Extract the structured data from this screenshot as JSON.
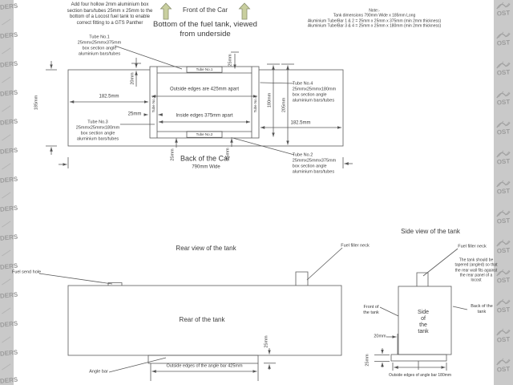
{
  "watermark": {
    "left_fragment": "DERS",
    "right_fragment": "OST"
  },
  "top": {
    "instruction": "Add four hollow 2mm aluminium box\nsection bars/tubes 25mm x 25mm to the\nbottom of a Locost fuel tank to enable\ncorrect fitting to a GTS Panther",
    "front_of_car": "Front of the Car",
    "title": "Bottom of the fuel tank, viewed\nfrom underside",
    "note": "Note:-\nTank dimensions 790mm Wide x 185mm Long\nAluminium Tube/Bar 1 & 2 = 25mm x 25mm x 375mm (min 2mm thickness)\nAluminium Tube/Bar 3 & 4 = 25mm x 25mm x 180mm (min 2mm thickness)"
  },
  "bottom_view": {
    "tube1_label": "Tube No.1\n25mmx25mmx375mm\nbox section angle\naluminium bars/tubes",
    "tube2_label": "Tube No.2\n25mmx25mmx375mm\nbox section angle\naluminium bars/tubes",
    "tube3_label": "Tube No.3\n25mmx25mmx180mm\nbox section angle\naluminium bars/tubes",
    "tube4_label": "Tube No.4\n25mmx25mmx180mm\nbox section angle\naluminium bars/tubes",
    "tube1_tag": "Tube No.1",
    "tube2_tag": "Tube No.2",
    "tube3_tag": "Tube No.3",
    "tube4_tag": "Tube No.4",
    "dim_outside": "Outside edges are 425mm apart",
    "dim_inside": "Inside edges 375mm apart",
    "dim_182_left": "182.5mm",
    "dim_182_right": "182.5mm",
    "dim_185": "185mm",
    "dim_20": "20mm",
    "dim_25_left": "25mm",
    "dim_25_top": "25mm",
    "dim_25_bottom_1": "25mm",
    "dim_25_bottom_2": "25mm",
    "dim_180": "180mm",
    "dim_205": "205mm",
    "back_of_car": "Back of the Car",
    "width_label": "790mm Wide"
  },
  "rear_view": {
    "title": "Rear view of the tank",
    "fuel_send_hole": "Fuel send hole",
    "fuel_filler_neck": "Fuel filler neck",
    "center_label": "Rear of the tank",
    "angle_bar": "Angle bar",
    "dim_25": "25mm",
    "dim_425": "Outside edges of the angle bar 425mm"
  },
  "side_view": {
    "title": "Side view of the tank",
    "fuel_filler_neck": "Fuel filler neck",
    "taper_note": "The tank should be\ntapered (angled) so that\nthe rear wall fits against\nthe rear panel of a locost",
    "front_label": "Front of\nthe tank",
    "back_label": "Back of the tank",
    "center_label": "Side\nof\nthe\ntank",
    "dim_20": "20mm",
    "dim_25": "25mm",
    "dim_180": "Outside edges of angle bar 180mm"
  },
  "colors": {
    "arrow_fill": "#c9cf9f",
    "arrow_stroke": "#898f6e",
    "line": "#5a5a5a",
    "watermark_bg": "#c9c9c9",
    "watermark_text": "#9c9c9c"
  }
}
